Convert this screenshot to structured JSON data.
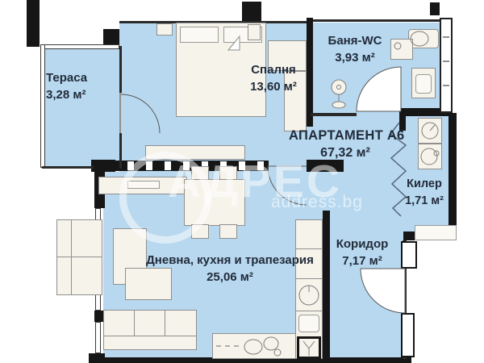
{
  "plan": {
    "apartment": {
      "label": "АПАРТАМЕНТ А6",
      "area": "67,32 м²"
    },
    "rooms": {
      "terrace": {
        "name": "Тераса",
        "area": "3,28 м²"
      },
      "bedroom": {
        "name": "Спалня",
        "area": "13,60 м²"
      },
      "bathroom": {
        "name": "Баня-WC",
        "area": "3,93 м²"
      },
      "closet": {
        "name": "Килер",
        "area": "1,71 м²"
      },
      "corridor": {
        "name": "Коридор",
        "area": "7,17 м²"
      },
      "living": {
        "name": "Дневна, кухня и трапезария",
        "area": "25,06 м²"
      }
    },
    "watermark": {
      "brand": "АДРЕС",
      "site": "address.bg"
    },
    "colors": {
      "room_fill": "#b7d8ef",
      "wall": "#161616",
      "furniture_fill": "#f6f3ea",
      "label_text": "#222b3a",
      "watermark": "#ffffff"
    }
  }
}
